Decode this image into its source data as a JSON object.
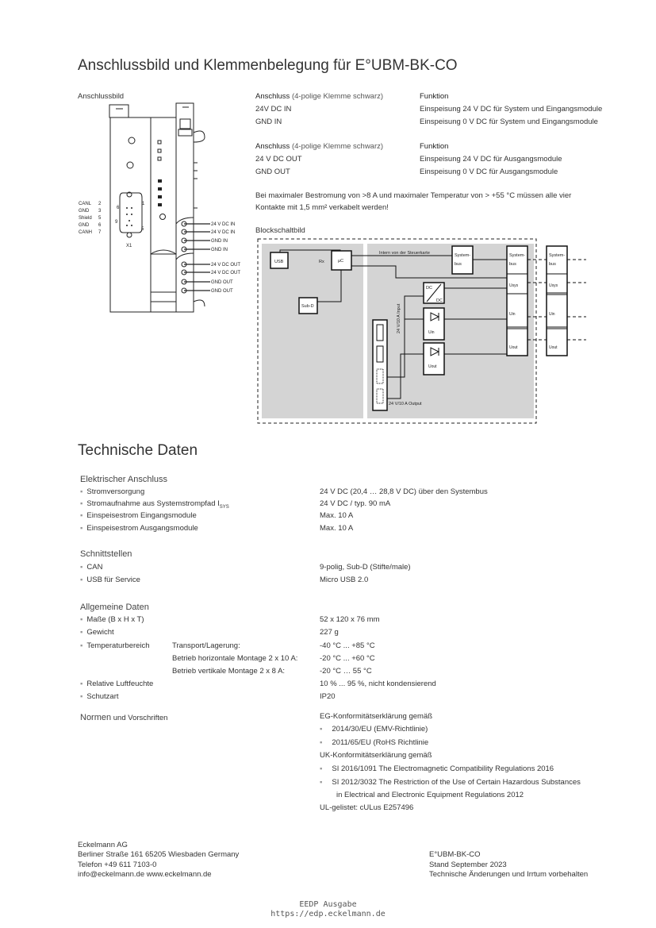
{
  "title": "Anschlussbild und Klemmenbelegung für E°UBM-BK-CO",
  "anschlussbild": {
    "label": "Anschlussbild",
    "pins": [
      {
        "name": "CANL",
        "num": "2"
      },
      {
        "name": "GND",
        "num": "3"
      },
      {
        "name": "Shield",
        "num": "5"
      },
      {
        "name": "GND",
        "num": "6"
      },
      {
        "name": "CANH",
        "num": "7"
      }
    ],
    "pin_numbers": [
      "6",
      "1",
      "9",
      "5"
    ],
    "connector_label": "X1",
    "terminals": [
      "24 V DC IN",
      "24 V DC IN",
      "GND IN",
      "GND IN",
      "24 V DC OUT",
      "24 V DC OUT",
      "GND OUT",
      "GND OUT"
    ]
  },
  "terminal_tables": [
    {
      "col1_header": "Anschluss",
      "col1_header_note": "(4-polige Klemme schwarz)",
      "col2_header": "Funktion",
      "rows": [
        {
          "anschluss": "24V DC IN",
          "funktion": "Einspeisung 24 V DC für System und Eingangsmodule"
        },
        {
          "anschluss": "GND IN",
          "funktion": "Einspeisung 0 V DC für System und Eingangsmodule"
        }
      ]
    },
    {
      "col1_header": "Anschluss",
      "col1_header_note": "(4-polige Klemme schwarz)",
      "col2_header": "Funktion",
      "rows": [
        {
          "anschluss": "24 V DC OUT",
          "funktion": "Einspeisung 24 V DC für Ausgangsmodule"
        },
        {
          "anschluss": "GND OUT",
          "funktion": "Einspeisung 0 V DC für Ausgangsmodule"
        }
      ]
    }
  ],
  "note": [
    "Bei maximaler Bestromung von >8 A und maximaler Temperatur von > +55 °C müssen alle vier",
    "Kontakte mit 1,5 mm² verkabelt werden!"
  ],
  "blockschaltbild": {
    "label": "Blockschaltbild",
    "usb": "USB",
    "uc": "µC",
    "rx": "Rx",
    "subd": "Sub-D",
    "intern": "Intern von der Steuerkarte",
    "systembus": [
      "System-",
      "bus"
    ],
    "dc": "DC",
    "usys": "Usys",
    "uin": "Uin",
    "uout": "Uout",
    "input": "24 V/10 A Input",
    "output": "24 V/10 A Output"
  },
  "tech": {
    "title": "Technische Daten",
    "sections": [
      {
        "title": "Elektrischer Anschluss",
        "rows": [
          {
            "label": "Stromversorgung",
            "value": "24 V DC (20,4 … 28,8 V DC) über den Systembus"
          },
          {
            "label": "Stromaufnahme aus Systemstrompfad I",
            "sub": "SYS",
            "value": "24 V DC / typ. 90 mA"
          },
          {
            "label": "Einspeisestrom Eingangsmodule",
            "value": "Max. 10 A"
          },
          {
            "label": "Einspeisestrom Ausgangsmodule",
            "value": "Max. 10 A"
          }
        ]
      },
      {
        "title": "Schnittstellen",
        "rows": [
          {
            "label": "CAN",
            "value": "9-polig, Sub-D (Stifte/male)"
          },
          {
            "label": "USB für Service",
            "value": "Micro USB 2.0"
          }
        ]
      },
      {
        "title": "Allgemeine Daten",
        "rows": [
          {
            "label": "Maße (B x H x T)",
            "value": "52 x 120 x 76 mm"
          },
          {
            "label": "Gewicht",
            "value": "227 g"
          },
          {
            "label": "Temperaturbereich",
            "sublabel": "Transport/Lagerung:",
            "value": "-40 °C ... +85 °C"
          },
          {
            "sublabel": "Betrieb horizontale Montage 2 x 10 A:",
            "value": "-20 °C ... +60 °C"
          },
          {
            "sublabel": "Betrieb vertikale Montage 2 x 8 A:",
            "value": "-20 °C … 55 °C"
          },
          {
            "label": "Relative Luftfeuchte",
            "value": "10 % ... 95 %, nicht kondensierend"
          },
          {
            "label": "Schutzart",
            "value": "IP20"
          }
        ]
      }
    ],
    "normen": {
      "title_a": "Normen",
      "title_b": "und Vorschriften",
      "lines": [
        {
          "text": "EG-Konformitätserklärung gemäß"
        },
        {
          "bullet": true,
          "text": "2014/30/EU (EMV-Richtlinie)"
        },
        {
          "bullet": true,
          "text": "2011/65/EU (RoHS Richtlinie"
        },
        {
          "text": "UK-Konformitätserklärung gemäß"
        },
        {
          "bullet": true,
          "text": "SI 2016/1091 The Electromagnetic Compatibility Regulations 2016"
        },
        {
          "bullet": true,
          "text": "SI 2012/3032 The Restriction of the Use of Certain Hazardous Substances"
        },
        {
          "indent": true,
          "text": "in Electrical and Electronic Equipment Regulations 2012"
        },
        {
          "text": "UL-gelistet: cULus E257496"
        }
      ]
    }
  },
  "footer": {
    "left": [
      "Eckelmann AG",
      "Berliner Straße 161   65205 Wiesbaden   Germany",
      "Telefon +49 611 7103-0",
      "info@eckelmann.de   www.eckelmann.de"
    ],
    "right": [
      "E°UBM-BK-CO",
      "Stand September 2023",
      "Technische Änderungen und Irrtum vorbehalten"
    ],
    "stamp": [
      "EEDP Ausgabe",
      "https://edp.eckelmann.de"
    ]
  }
}
